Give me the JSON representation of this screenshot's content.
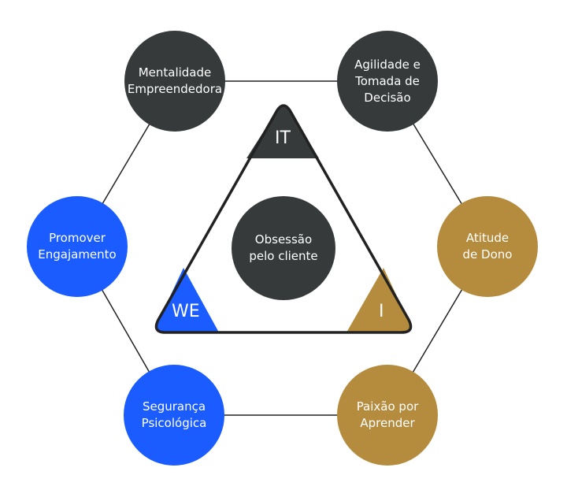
{
  "colors": {
    "dark": "#363a3b",
    "blue": "#1a5cff",
    "gold": "#b58c3d"
  },
  "outer_nodes": [
    {
      "label": "Mentalidade\nEmpreendedora",
      "color": "dark"
    },
    {
      "label": "Agilidade e\nTomada de\nDecisão",
      "color": "dark"
    },
    {
      "label": "Atitude\nde Dono",
      "color": "gold"
    },
    {
      "label": "Paixão por\nAprender",
      "color": "gold"
    },
    {
      "label": "Segurança\nPsicológica",
      "color": "blue"
    },
    {
      "label": "Promover\nEngajamento",
      "color": "blue"
    }
  ],
  "triangle": {
    "top": "IT",
    "left": "WE",
    "right": "I"
  },
  "center": {
    "label": "Obsessão\npelo cliente"
  }
}
